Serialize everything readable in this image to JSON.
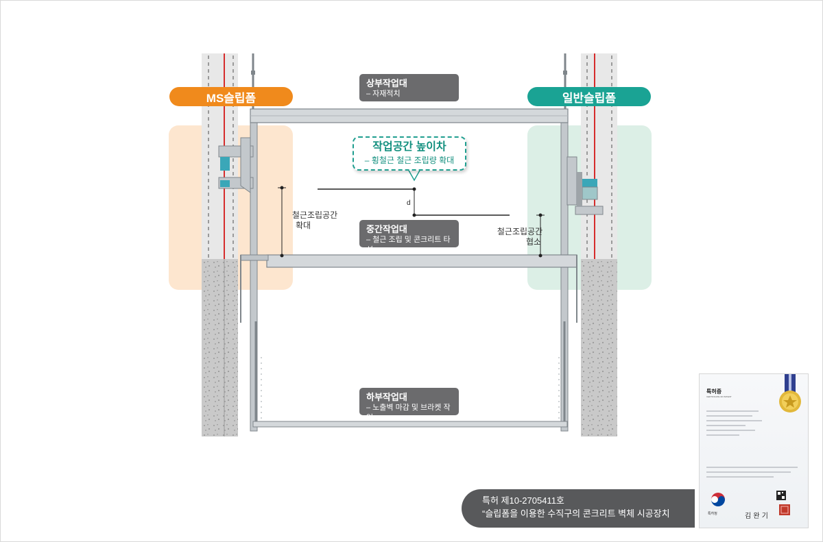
{
  "labels": {
    "ms_form": "MS슬립폼",
    "general_form": "일반슬립폼"
  },
  "zones": {
    "upper": {
      "title": "상부작업대",
      "sub": "– 자재적치"
    },
    "middle": {
      "title": "중간작업대",
      "sub": "– 철근 조립 및 콘크리트 타설"
    },
    "lower": {
      "title": "하부작업대",
      "sub": "– 노출벽 마감 및 브라켓 작업"
    }
  },
  "callout": {
    "title": "작업공간 높이차",
    "sub": "– 횡철근 철근 조립량 확대"
  },
  "annotations": {
    "left_line1": "철근조립공간",
    "left_line2": "확대",
    "right_line1": "철근조립공간",
    "right_line2": "협소"
  },
  "patent": {
    "number": "특허 제10-2705411호",
    "title": "“슬립폼을 이용한 수직구의 콘크리트 벽체 시공장치"
  },
  "certificate": {
    "title": "특허증",
    "subtitle": "CERTIFICATE OF PATENT",
    "office": "특허청",
    "signature": "김 완 기"
  },
  "colors": {
    "ms_orange": "#f08a1c",
    "general_teal": "#1aa394",
    "ms_zone": "#fde6cf",
    "general_zone": "#dcefe6",
    "label_gray": "#6b6b6d",
    "rebar_red": "#d62b2b"
  }
}
